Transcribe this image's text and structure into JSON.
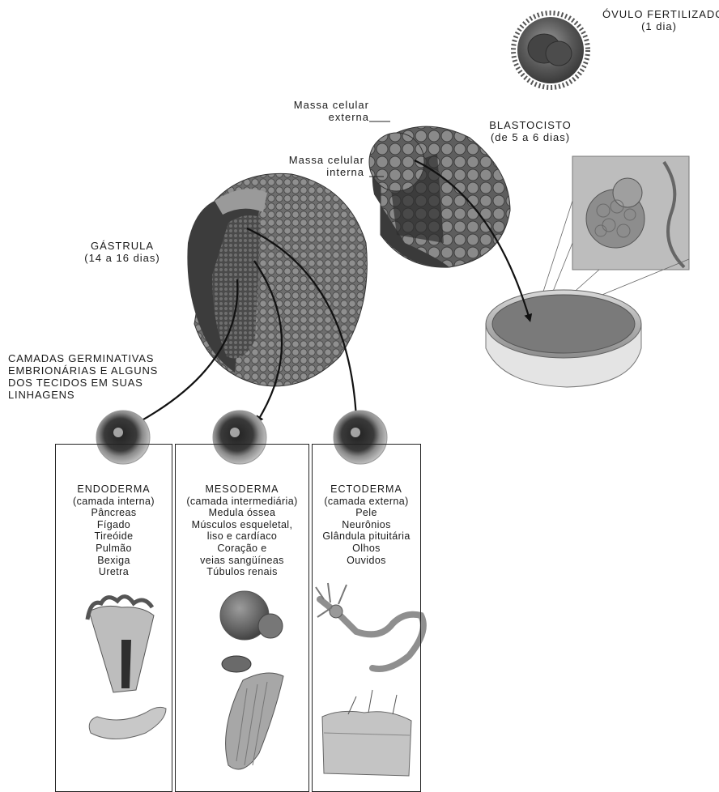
{
  "ovulo": {
    "title": "ÓVULO FERTILIZADO",
    "sub": "(1 dia)"
  },
  "blastocisto": {
    "title": "BLASTOCISTO",
    "sub": "(de 5 a 6 dias)",
    "externa": [
      "Massa celular",
      "externa"
    ],
    "interna": [
      "Massa celular",
      "interna"
    ]
  },
  "gastrula": {
    "title": "GÁSTRULA",
    "sub": "(14 a 16 dias)"
  },
  "camadas": [
    "CAMADAS GERMINATIVAS",
    "EMBRIONÁRIAS E ALGUNS",
    "DOS TECIDOS EM SUAS",
    "LINHAGENS"
  ],
  "columns": [
    {
      "name": "ENDODERMA",
      "sub": "(camada interna)",
      "items": [
        "Pâncreas",
        "Fígado",
        "Tireóide",
        "Pulmão",
        "Bexiga",
        "Uretra"
      ]
    },
    {
      "name": "MESODERMA",
      "sub": "(camada intermediária)",
      "items": [
        "Medula óssea",
        "Músculos esqueletal,",
        "liso e cardíaco",
        "Coração e",
        "veias sangüíneas",
        "Túbulos renais"
      ]
    },
    {
      "name": "ECTODERMA",
      "sub": "(camada externa)",
      "items": [
        "Pele",
        "Neurônios",
        "Glândula pituitária",
        "Olhos",
        "Ouvidos"
      ]
    }
  ]
}
